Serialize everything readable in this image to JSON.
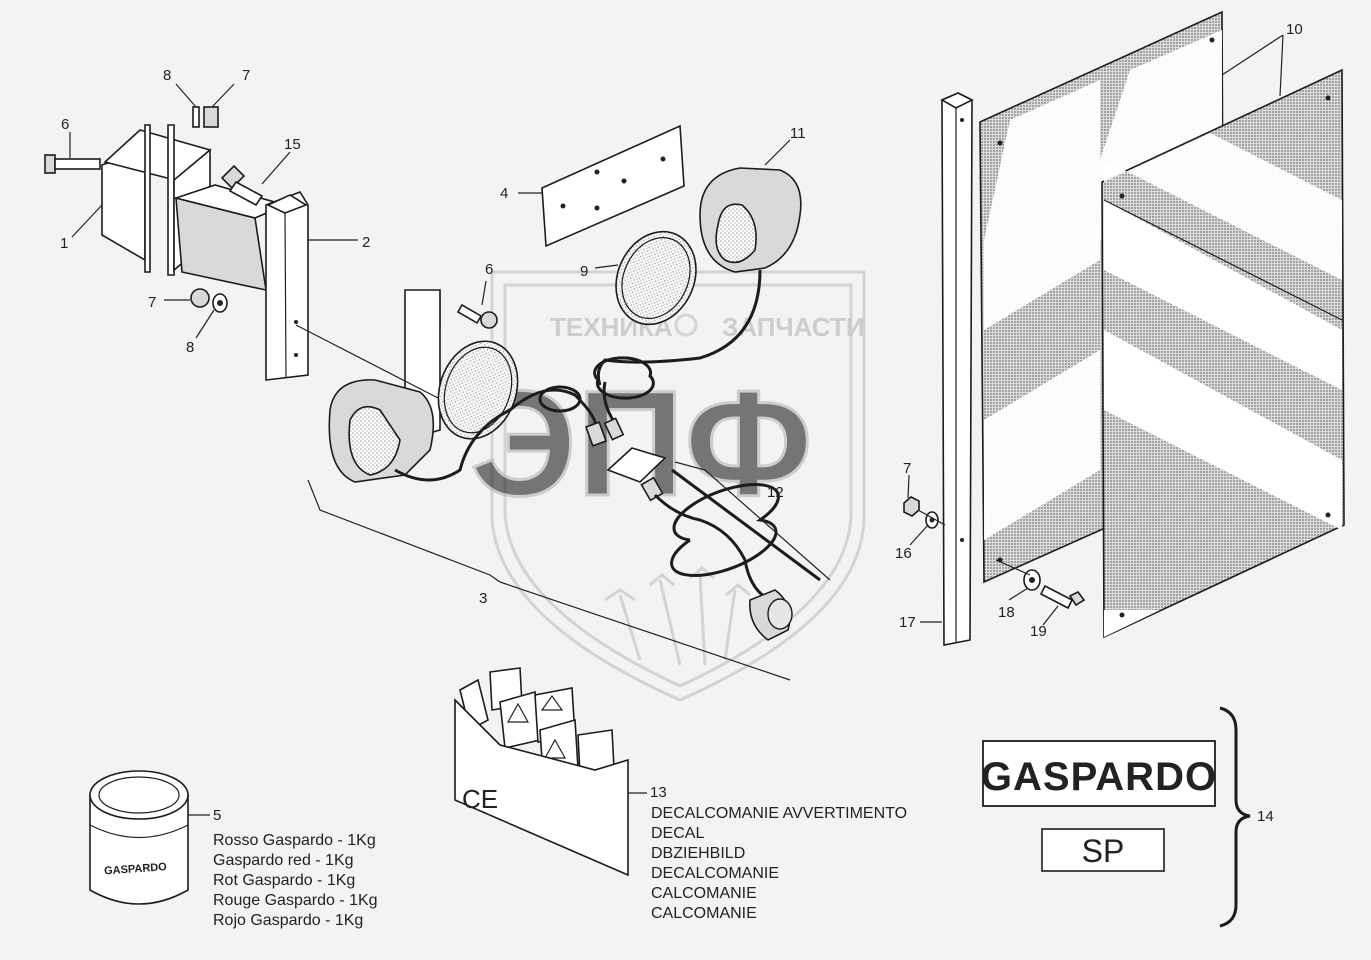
{
  "watermark": {
    "line1_left": "ТЕХНИКА",
    "line1_right": "ЗАПЧАСТИ",
    "big": "ЭПФ"
  },
  "callouts": [
    "1",
    "2",
    "3",
    "4",
    "5",
    "6",
    "6",
    "7",
    "7",
    "7",
    "8",
    "8",
    "9",
    "10",
    "11",
    "12",
    "13",
    "14",
    "15",
    "16",
    "17",
    "18",
    "19"
  ],
  "decal_kit": {
    "ce_mark": "CE",
    "lines": [
      "DECALCOMANIE AVVERTIMENTO",
      "DECAL",
      "DBZIEHBILD",
      "DECALCOMANIE",
      "CALCOMANIE",
      "CALCOMANIE"
    ]
  },
  "paint": {
    "can_label": "GASPARDO",
    "lines": [
      "Rosso Gaspardo - 1Kg",
      "Gaspardo red - 1Kg",
      "Rot Gaspardo - 1Kg",
      "Rouge Gaspardo - 1Kg",
      "Rojo Gaspardo - 1Kg"
    ]
  },
  "brand_labels": {
    "logo": "GASPARDO",
    "model": "SP"
  }
}
